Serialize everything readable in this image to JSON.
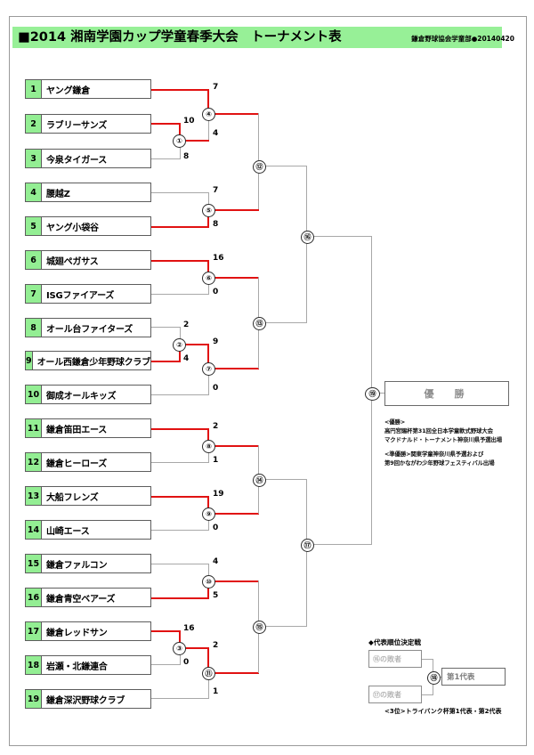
{
  "header": {
    "title": "■2014 湘南学園カップ学童春季大会　トーナメント表",
    "subtitle": "鎌倉野球協会学童部●20140420"
  },
  "teams": [
    {
      "no": "1",
      "name": "ヤング鎌倉"
    },
    {
      "no": "2",
      "name": "ラブリーサンズ"
    },
    {
      "no": "3",
      "name": "今泉タイガース"
    },
    {
      "no": "4",
      "name": "腰越Z"
    },
    {
      "no": "5",
      "name": "ヤング小袋谷"
    },
    {
      "no": "6",
      "name": "城廻ペガサス"
    },
    {
      "no": "7",
      "name": "ISGファイアーズ"
    },
    {
      "no": "8",
      "name": "オール台ファイターズ"
    },
    {
      "no": "9",
      "name": "オール西鎌倉少年野球クラブ"
    },
    {
      "no": "10",
      "name": "御成オールキッズ"
    },
    {
      "no": "11",
      "name": "鎌倉笛田エース"
    },
    {
      "no": "12",
      "name": "鎌倉ヒーローズ"
    },
    {
      "no": "13",
      "name": "大船フレンズ"
    },
    {
      "no": "14",
      "name": "山崎エース"
    },
    {
      "no": "15",
      "name": "鎌倉ファルコン"
    },
    {
      "no": "16",
      "name": "鎌倉青空ベアーズ"
    },
    {
      "no": "17",
      "name": "鎌倉レッドサン"
    },
    {
      "no": "18",
      "name": "岩瀬・北鎌連合"
    },
    {
      "no": "19",
      "name": "鎌倉深沢野球クラブ"
    }
  ],
  "games": {
    "g1": "①",
    "g2": "②",
    "g3": "③",
    "g4": "④",
    "g5": "⑤",
    "g6": "⑥",
    "g7": "⑦",
    "g8": "⑧",
    "g9": "⑨",
    "g10": "⑩",
    "g11": "⑪",
    "g12": "⑫",
    "g13": "⑬",
    "g14": "⑭",
    "g15": "⑮",
    "g16": "⑯",
    "g17": "⑰",
    "g18": "⑱",
    "g19": "⑲"
  },
  "scores": {
    "g1_top": "10",
    "g1_bot": "8",
    "g2_top": "2",
    "g2_bot": "4",
    "g3_top": "16",
    "g3_bot": "0",
    "g4_top": "7",
    "g4_bot": "4",
    "g5_top": "7",
    "g5_bot": "8",
    "g6_top": "16",
    "g6_bot": "0",
    "g7_top": "9",
    "g7_bot": "0",
    "g8_top": "2",
    "g8_bot": "1",
    "g9_top": "19",
    "g9_bot": "0",
    "g10_top": "4",
    "g10_bot": "5",
    "g11_top": "2",
    "g11_bot": "1"
  },
  "champion": {
    "label": "優　勝",
    "note_winner": "<優勝>\n高円宮賜杯第31回全日本学童軟式野球大会\nマクドナルド・トーナメント神奈川県予選出場",
    "note_runner": "<準優勝>関東学童神奈川県予選および\n第9回かながわ少年野球フェスティバル出場"
  },
  "playoff": {
    "title": "◆代表順位決定戦",
    "box_top": "⑯の敗者",
    "box_bottom": "⑰の敗者",
    "result": "第1代表",
    "note": "<3位>トライバンク杯第1代表・第2代表"
  },
  "chart_data": {
    "type": "bracket",
    "title": "2014 湘南学園カップ学童春季大会 トーナメント表",
    "matches": [
      {
        "id": "①",
        "top": "ラブリーサンズ",
        "bottom": "今泉タイガース",
        "top_score": 10,
        "bottom_score": 8,
        "winner": "top"
      },
      {
        "id": "②",
        "top": "オール台ファイターズ",
        "bottom": "オール西鎌倉少年野球クラブ",
        "top_score": 2,
        "bottom_score": 4,
        "winner": "bottom"
      },
      {
        "id": "③",
        "top": "鎌倉レッドサン",
        "bottom": "岩瀬・北鎌連合",
        "top_score": 16,
        "bottom_score": 0,
        "winner": "top"
      },
      {
        "id": "④",
        "top": "ヤング鎌倉",
        "bottom": "①勝者",
        "top_score": 7,
        "bottom_score": 4,
        "winner": "top"
      },
      {
        "id": "⑤",
        "top": "腰越Z",
        "bottom": "ヤング小袋谷",
        "top_score": 7,
        "bottom_score": 8,
        "winner": "bottom"
      },
      {
        "id": "⑥",
        "top": "城廻ペガサス",
        "bottom": "ISGファイアーズ",
        "top_score": 16,
        "bottom_score": 0,
        "winner": "top"
      },
      {
        "id": "⑦",
        "top": "②勝者",
        "bottom": "御成オールキッズ",
        "top_score": 9,
        "bottom_score": 0,
        "winner": "top"
      },
      {
        "id": "⑧",
        "top": "鎌倉笛田エース",
        "bottom": "鎌倉ヒーローズ",
        "top_score": 2,
        "bottom_score": 1,
        "winner": "top"
      },
      {
        "id": "⑨",
        "top": "大船フレンズ",
        "bottom": "山崎エース",
        "top_score": 19,
        "bottom_score": 0,
        "winner": "top"
      },
      {
        "id": "⑩",
        "top": "鎌倉ファルコン",
        "bottom": "鎌倉青空ベアーズ",
        "top_score": 4,
        "bottom_score": 5,
        "winner": "bottom"
      },
      {
        "id": "⑪",
        "top": "③勝者",
        "bottom": "鎌倉深沢野球クラブ",
        "top_score": 2,
        "bottom_score": 1,
        "winner": "top"
      },
      {
        "id": "⑫",
        "top": "④勝者",
        "bottom": "⑤勝者",
        "top_score": null,
        "bottom_score": null,
        "winner": "bottom"
      },
      {
        "id": "⑬",
        "top": "⑥勝者",
        "bottom": "⑦勝者",
        "top_score": null,
        "bottom_score": null,
        "winner": null
      },
      {
        "id": "⑭",
        "top": "⑧勝者",
        "bottom": "⑨勝者",
        "top_score": null,
        "bottom_score": null,
        "winner": null
      },
      {
        "id": "⑮",
        "top": "⑩勝者",
        "bottom": "⑪勝者",
        "top_score": null,
        "bottom_score": null,
        "winner": null
      },
      {
        "id": "⑯",
        "top": "⑫勝者",
        "bottom": "⑬勝者",
        "top_score": null,
        "bottom_score": null,
        "winner": null
      },
      {
        "id": "⑰",
        "top": "⑭勝者",
        "bottom": "⑮勝者",
        "top_score": null,
        "bottom_score": null,
        "winner": null
      },
      {
        "id": "⑱",
        "top": "⑯の敗者",
        "bottom": "⑰の敗者",
        "top_score": null,
        "bottom_score": null,
        "winner": null
      },
      {
        "id": "⑲",
        "top": "⑯勝者",
        "bottom": "⑰勝者",
        "top_score": null,
        "bottom_score": null,
        "winner": null
      }
    ]
  }
}
